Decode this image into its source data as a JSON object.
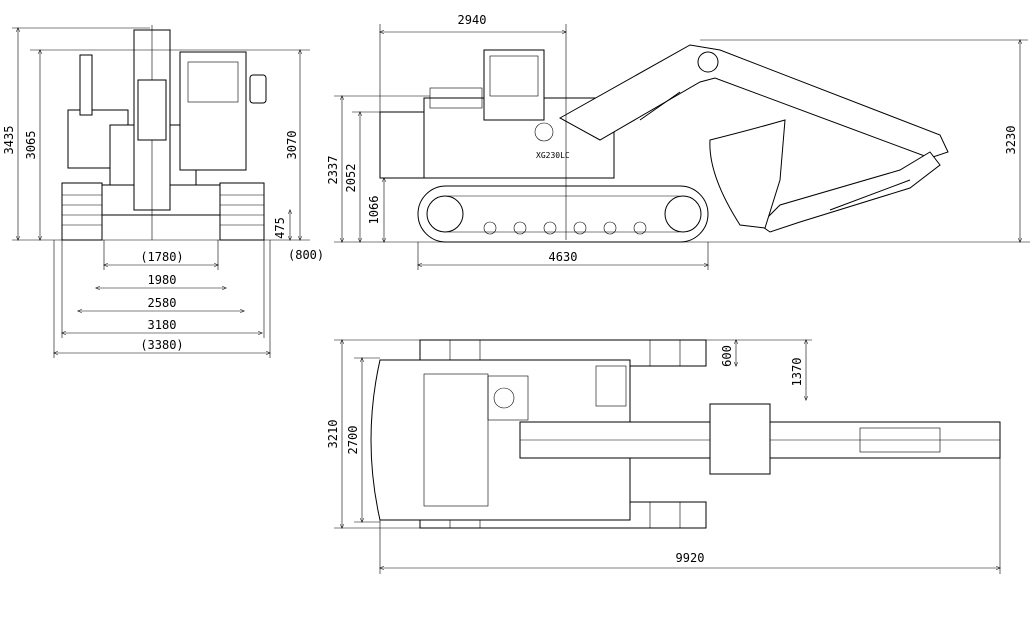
{
  "front_view": {
    "height_overall": "3435",
    "height_cab": "3065",
    "height_right": "3070",
    "ground_clearance": "475",
    "shoe_width": "(800)",
    "widths": [
      "(1780)",
      "1980",
      "2580",
      "3180",
      "(3380)"
    ]
  },
  "side_view": {
    "tail_length": "2940",
    "height_counterweight": "2337",
    "height_body": "2052",
    "height_under_carriage": "1066",
    "track_length": "4630",
    "boom_height": "3230",
    "model_label": "XG230LC"
  },
  "top_view": {
    "overall_width": "3210",
    "body_width": "2700",
    "track_offset": "600",
    "boom_offset": "1370",
    "overall_length": "9920"
  },
  "colors": {
    "line": "#000000",
    "background": "#ffffff"
  }
}
